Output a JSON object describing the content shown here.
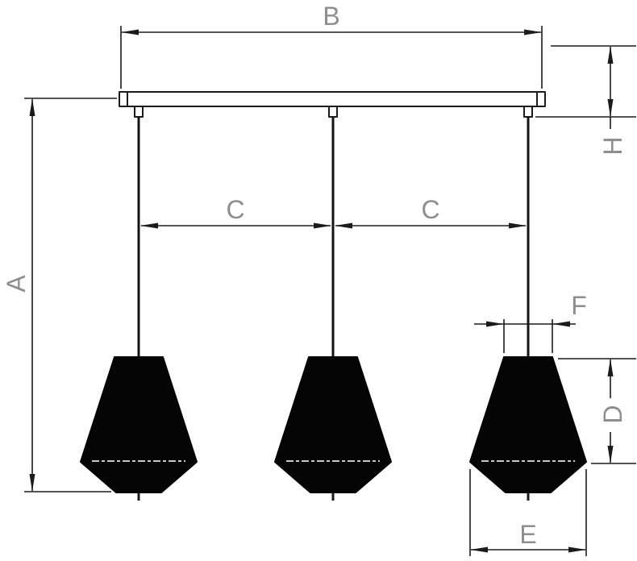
{
  "diagram": {
    "type": "technical dimension drawing",
    "subject": "three-light linear pendant lamp with ceiling bar",
    "dimension_labels": {
      "overall_height": "A",
      "bar_length": "B",
      "spacing_left": "C",
      "spacing_right": "C",
      "shade_height": "D",
      "shade_width": "E",
      "shade_top_width": "F",
      "canopy_height": "H"
    },
    "colors": {
      "line": "#1b1b1b",
      "label": "#8e8e8e",
      "shade_fill": "#050505",
      "background": "#ffffff"
    }
  }
}
